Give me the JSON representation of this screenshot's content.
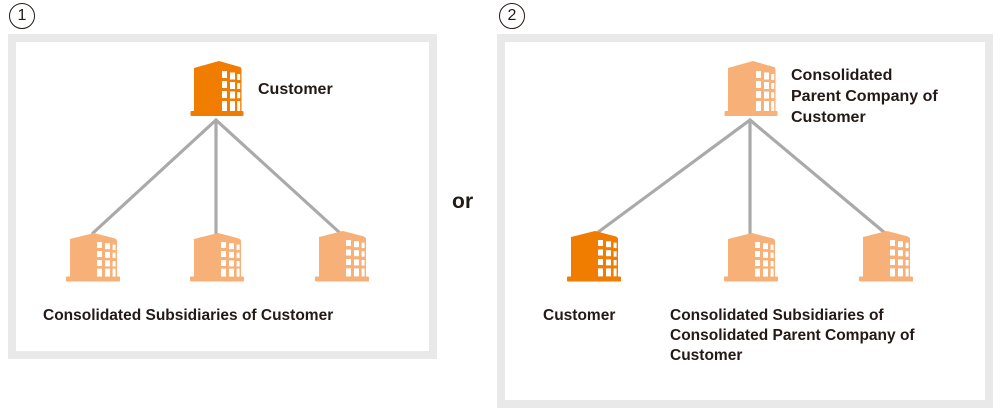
{
  "diagram": {
    "connector_color": "#aaaaaa",
    "panel_border_color": "#e9e9e9",
    "text_color": "#231916",
    "colors": {
      "customer_orange": "#f07c00",
      "subsidiary_orange": "#f7b077"
    },
    "conjunction": "or",
    "options": [
      {
        "marker": "1",
        "parent": {
          "label": "Customer",
          "icon": "building-icon",
          "color": "#f07c00"
        },
        "children": [
          {
            "icon": "building-icon",
            "color": "#f7b077"
          },
          {
            "icon": "building-icon",
            "color": "#f7b077"
          },
          {
            "icon": "building-icon",
            "color": "#f7b077"
          }
        ],
        "children_label": "Consolidated Subsidiaries of Customer"
      },
      {
        "marker": "2",
        "parent": {
          "label": "Consolidated\nParent Company of\nCustomer",
          "icon": "building-icon",
          "color": "#f7b077"
        },
        "children": [
          {
            "icon": "building-icon",
            "color": "#f07c00",
            "label": "Customer"
          },
          {
            "icon": "building-icon",
            "color": "#f7b077"
          },
          {
            "icon": "building-icon",
            "color": "#f7b077"
          }
        ],
        "children_label": "Consolidated Subsidiaries of\nConsolidated Parent Company of\nCustomer"
      }
    ]
  }
}
